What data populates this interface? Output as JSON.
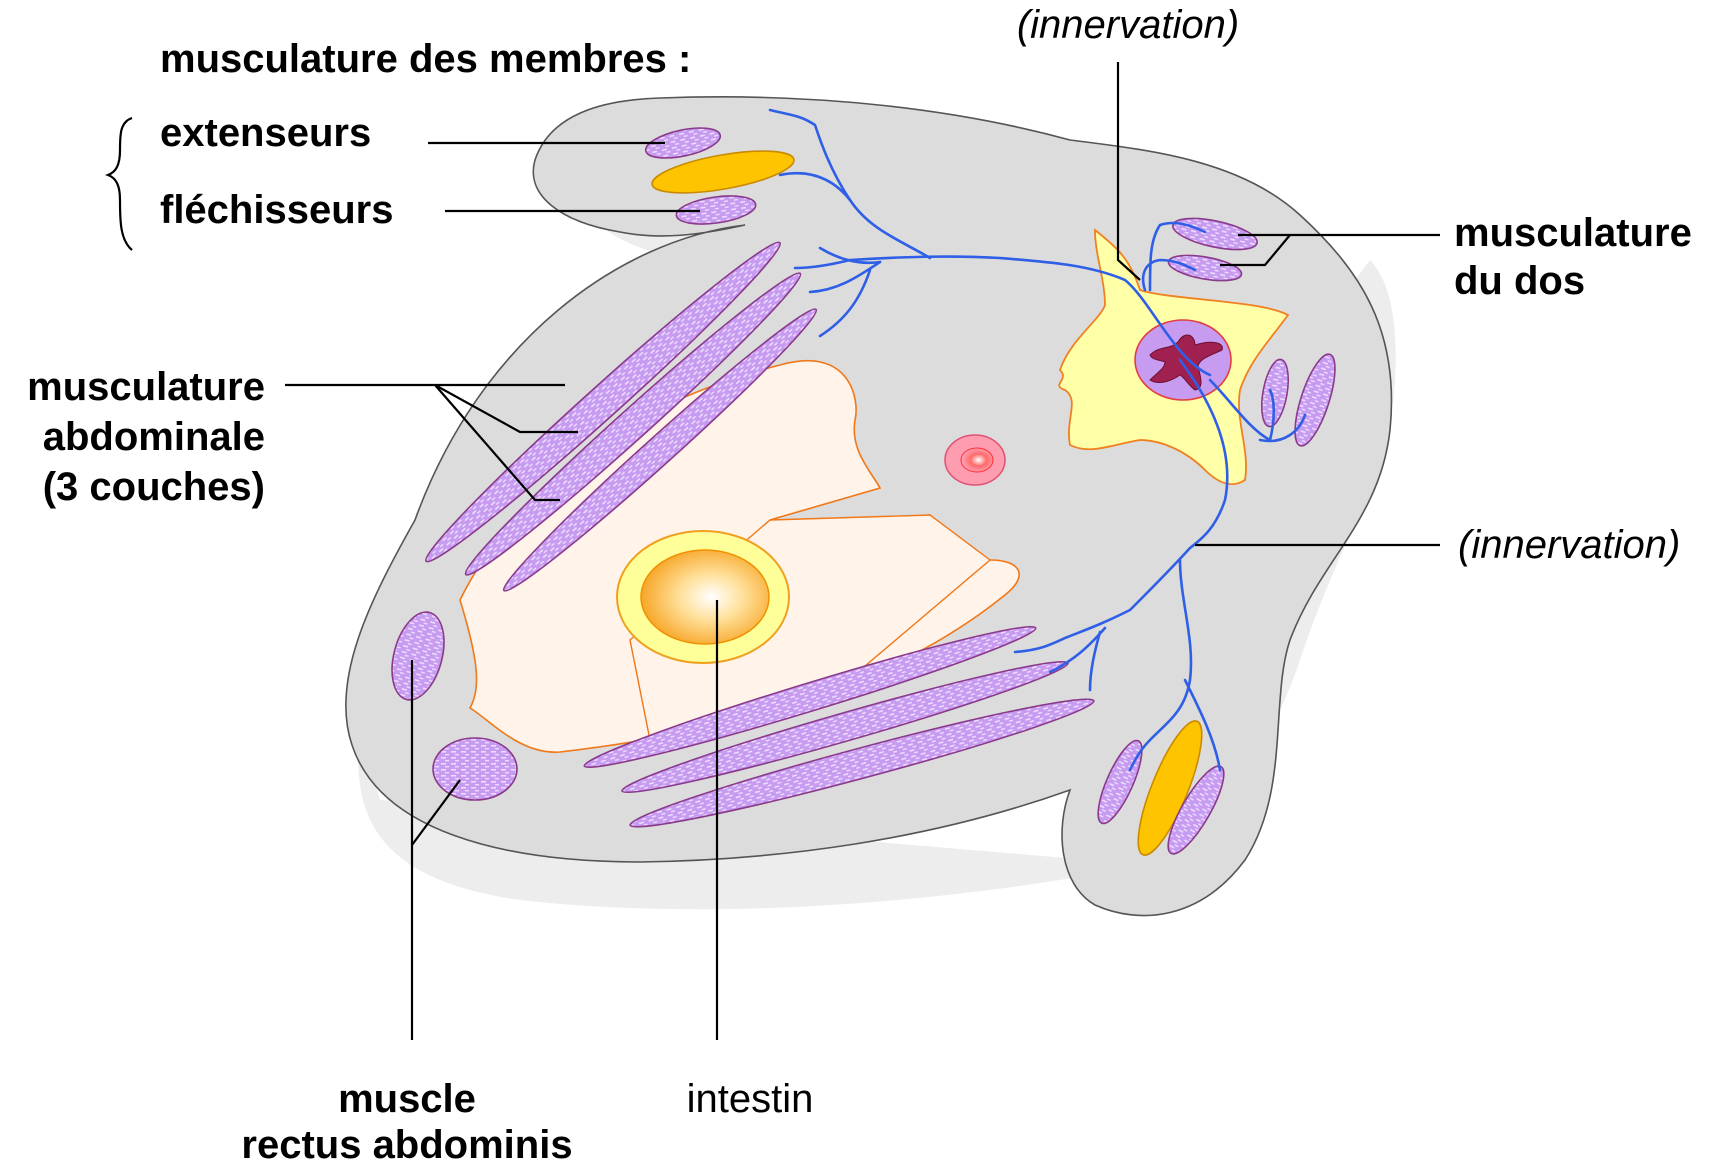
{
  "labels": {
    "limb_title": "musculature des membres :",
    "extensors": "extenseurs",
    "flexors": "fléchisseurs",
    "innervation_top": "(innervation)",
    "back_line1": "musculature",
    "back_line2": "du dos",
    "abdominal_line1": "musculature",
    "abdominal_line2": "abdominale",
    "abdominal_line3": "(3 couches)",
    "innervation_right": "(innervation)",
    "rectus_line1": "muscle",
    "rectus_line2": "rectus abdominis",
    "intestine": "intestin"
  },
  "colors": {
    "body_fill": "#dcdcdc",
    "shadow": "#ededed",
    "muscle": "#c7a0ec",
    "muscle_stroke": "#8a3a8a",
    "bone": "#ffc400",
    "nerve": "#2f5fe6",
    "spinal_cord": "#ffffa8",
    "coelom": "#fff3ea",
    "organ_outline": "#f07818"
  }
}
